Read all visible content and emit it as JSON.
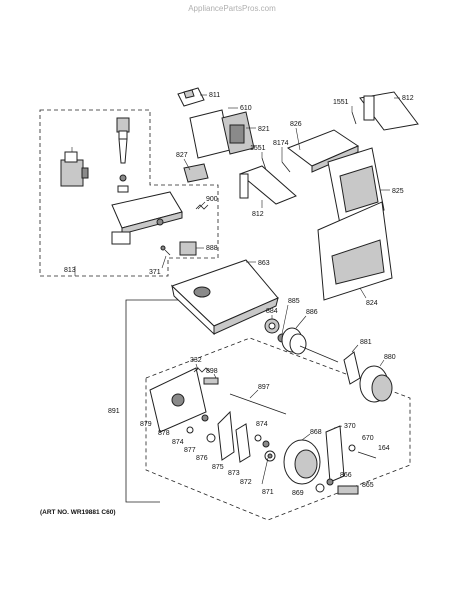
{
  "watermark": "AppliancePartsPros.com",
  "art_number": "(ART NO. WR19881 C60)",
  "callouts": [
    {
      "id": "c811",
      "text": "811"
    },
    {
      "id": "c610",
      "text": "610"
    },
    {
      "id": "c821",
      "text": "821"
    },
    {
      "id": "c827",
      "text": "827"
    },
    {
      "id": "c1551a",
      "text": "1551"
    },
    {
      "id": "c8174",
      "text": "8174"
    },
    {
      "id": "c826",
      "text": "826"
    },
    {
      "id": "c1551b",
      "text": "1551"
    },
    {
      "id": "c812a",
      "text": "812"
    },
    {
      "id": "c812b",
      "text": "812"
    },
    {
      "id": "c825",
      "text": "825"
    },
    {
      "id": "c900",
      "text": "900"
    },
    {
      "id": "c888",
      "text": "888"
    },
    {
      "id": "c813",
      "text": "813"
    },
    {
      "id": "c371",
      "text": "371"
    },
    {
      "id": "c863",
      "text": "863"
    },
    {
      "id": "c824",
      "text": "824"
    },
    {
      "id": "c884",
      "text": "884"
    },
    {
      "id": "c885a",
      "text": "885"
    },
    {
      "id": "c886",
      "text": "886"
    },
    {
      "id": "c881",
      "text": "881"
    },
    {
      "id": "c880",
      "text": "880"
    },
    {
      "id": "c332",
      "text": "332"
    },
    {
      "id": "c898",
      "text": "898"
    },
    {
      "id": "c897",
      "text": "897"
    },
    {
      "id": "c891",
      "text": "891"
    },
    {
      "id": "c879",
      "text": "879"
    },
    {
      "id": "c878",
      "text": "878"
    },
    {
      "id": "c874a",
      "text": "874"
    },
    {
      "id": "c877",
      "text": "877"
    },
    {
      "id": "c876",
      "text": "876"
    },
    {
      "id": "c875",
      "text": "875"
    },
    {
      "id": "c874b",
      "text": "874"
    },
    {
      "id": "c873",
      "text": "873"
    },
    {
      "id": "c872",
      "text": "872"
    },
    {
      "id": "c871",
      "text": "871"
    },
    {
      "id": "c868",
      "text": "868"
    },
    {
      "id": "c370",
      "text": "370"
    },
    {
      "id": "c670",
      "text": "670"
    },
    {
      "id": "c164",
      "text": "164"
    },
    {
      "id": "c866",
      "text": "866"
    },
    {
      "id": "c869",
      "text": "869"
    },
    {
      "id": "c865",
      "text": "865"
    }
  ]
}
